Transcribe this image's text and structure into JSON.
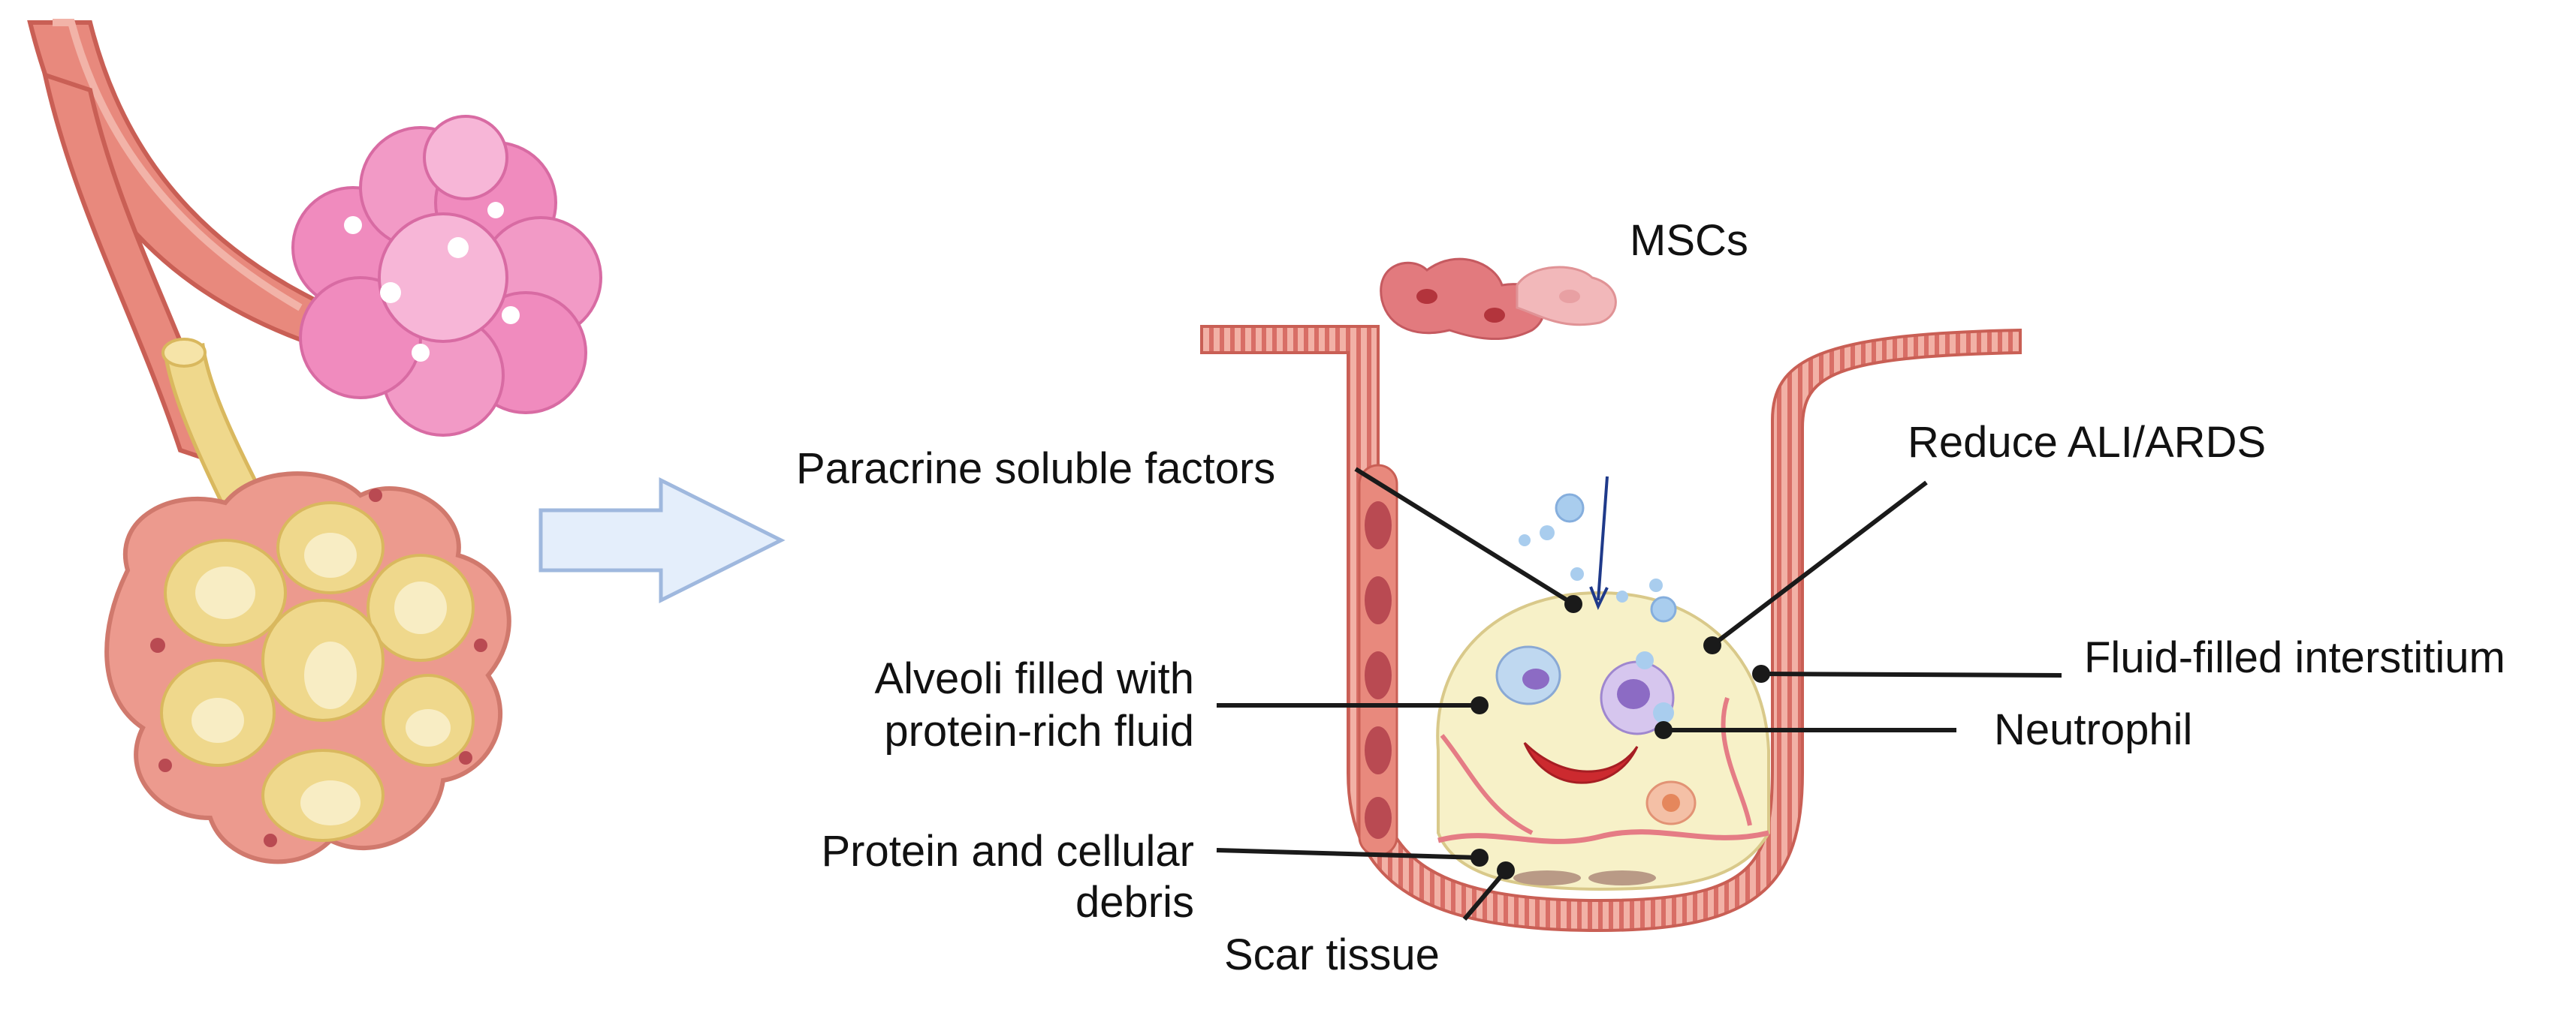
{
  "labels": {
    "mscs": "MSCs",
    "paracrine": "Paracrine soluble factors",
    "reduce": "Reduce ALI/ARDS",
    "fluid_interstitium": "Fluid-filled interstitium",
    "alveoli_line1": "Alveoli filled with",
    "alveoli_line2": "protein-rich fluid",
    "neutrophil": "Neutrophil",
    "debris_line1": "Protein and cellular",
    "debris_line2": "debris",
    "scar": "Scar tissue"
  },
  "colors": {
    "vessel": "#E8897D",
    "vessel_dark": "#C95F55",
    "pink_cluster": "#F08BBE",
    "pink_light": "#F7B6D7",
    "alveolar_wall": "#EC9A8E",
    "yellow_fluid": "#EFD88C",
    "wall_stripe": "#D9756C",
    "arrow_fill": "#E4EEFB",
    "arrow_stroke": "#9FB8DE",
    "pointer": "#1A1A1A",
    "droplet": "#A9CDEE",
    "neutrophil": "#A58BD0"
  }
}
